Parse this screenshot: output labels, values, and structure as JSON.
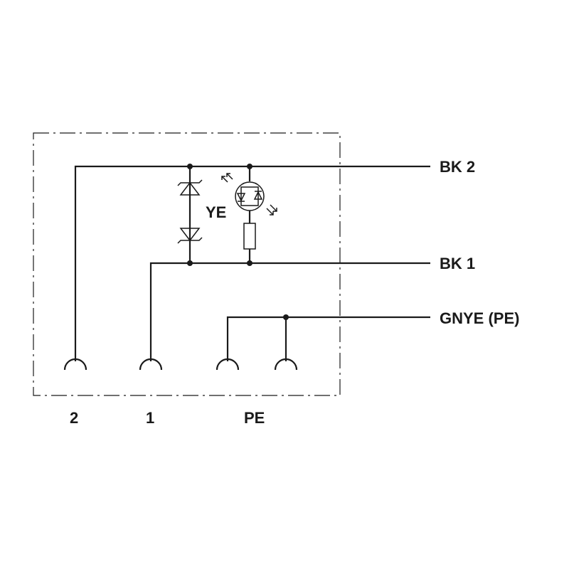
{
  "labels": {
    "bk2": "BK 2",
    "bk1": "BK 1",
    "gnye": "GNYE (PE)",
    "ye": "YE",
    "pin2": "2",
    "pin1": "1",
    "pe": "PE"
  },
  "colors": {
    "line": "#1a1a1a",
    "background": "#ffffff"
  }
}
